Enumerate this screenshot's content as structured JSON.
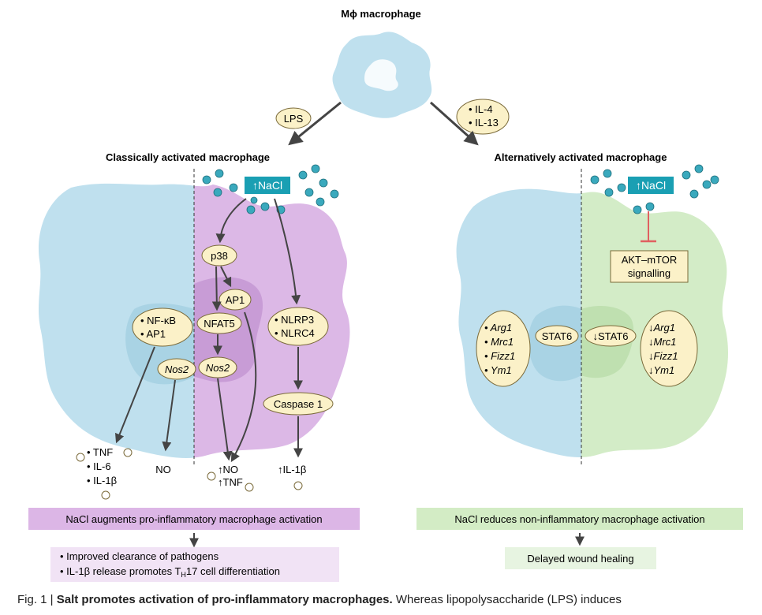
{
  "top_label": "Mϕ macrophage",
  "stimuli": {
    "lps": "LPS",
    "il4": "• IL-4",
    "il13": "• IL-13"
  },
  "classical": {
    "title": "Classically activated macrophage",
    "nacl": "↑NaCl",
    "nfkb": "• NF-κB",
    "ap1_left": "• AP1",
    "nos2_left": "Nos2",
    "p38": "p38",
    "ap1": "AP1",
    "nfat5": "NFAT5",
    "nos2_right": "Nos2",
    "nlrp3": "• NLRP3",
    "nlrc4": "• NLRC4",
    "caspase": "Caspase 1",
    "out_left_tnf": "• TNF",
    "out_left_il6": "• IL-6",
    "out_left_il1b": "• IL-1β",
    "out_no": "NO",
    "out_up_no": "↑NO",
    "out_up_tnf": "↑TNF",
    "out_up_il1b": "↑IL-1β",
    "summary": "NaCl augments pro-inflammatory macrophage activation",
    "effect_1": "• Improved clearance of pathogens",
    "effect_2_pre": "• IL-1β release promotes T",
    "effect_2_sub": "H",
    "effect_2_post": "17 cell differentiation"
  },
  "alternative": {
    "title": "Alternatively activated macrophage",
    "nacl": "↑NaCl",
    "akt_line1": "AKT–mTOR",
    "akt_line2": "signalling",
    "genes": [
      "• Arg1",
      "• Mrc1",
      "• Fizz1",
      "• Ym1"
    ],
    "stat6": "STAT6",
    "stat6_down": "↓STAT6",
    "genes_down": [
      "↓Arg1",
      "↓Mrc1",
      "↓Fizz1",
      "↓Ym1"
    ],
    "summary": "NaCl reduces non-inflammatory macrophage activation",
    "effect": "Delayed wound healing"
  },
  "caption": {
    "prefix": "Fig. 1 | ",
    "bold": "Salt promotes activation of pro-inflammatory macrophages.",
    "rest": " Whereas lipopolysaccharide (LPS) induces"
  },
  "colors": {
    "cell_blue": "#bfe0ee",
    "cell_purple": "#dcb8e6",
    "cell_green": "#d3ecc7",
    "bubble": "#fbf1c8",
    "nacl_box": "#1a9fb3",
    "salt_dot": "#3aa9bd",
    "purple_banner": "#dcb6e6",
    "purple_panel": "#f1e3f5",
    "green_banner": "#d3ecc5",
    "green_panel": "#e7f4e1"
  }
}
